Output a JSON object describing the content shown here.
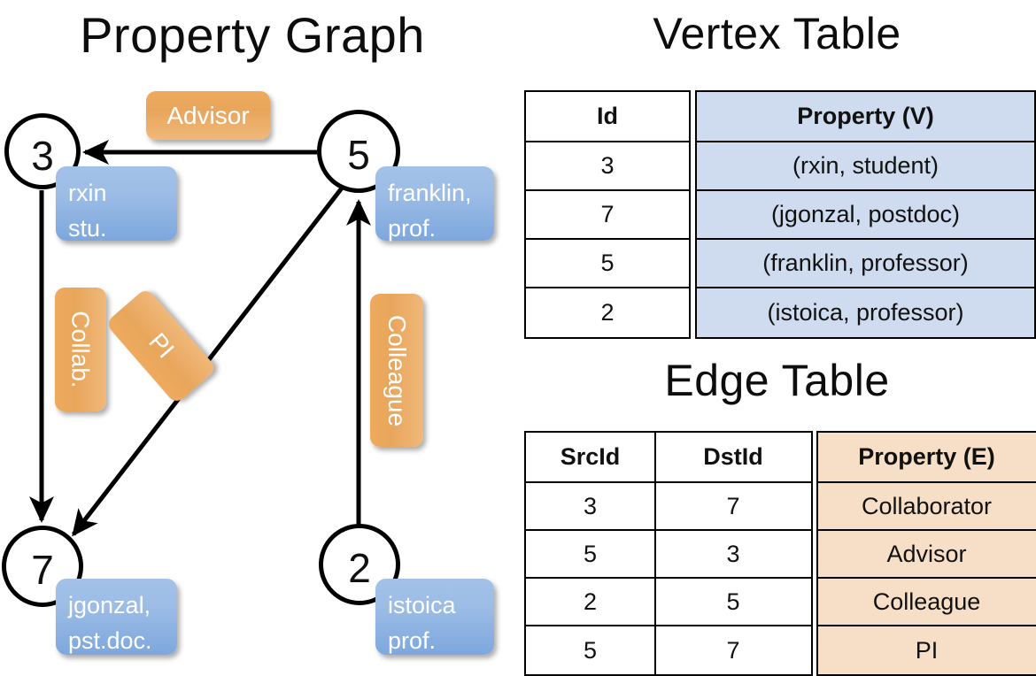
{
  "titles": {
    "property_graph": "Property Graph",
    "vertex_table": "Vertex Table",
    "edge_table": "Edge Table"
  },
  "graph": {
    "nodes": [
      {
        "id": "3",
        "property_lines": [
          "rxin",
          "stu."
        ]
      },
      {
        "id": "5",
        "property_lines": [
          "franklin,",
          "prof."
        ]
      },
      {
        "id": "7",
        "property_lines": [
          "jgonzal,",
          "pst.doc."
        ]
      },
      {
        "id": "2",
        "property_lines": [
          "istoica",
          "prof."
        ]
      }
    ],
    "edge_labels": [
      {
        "label": "Advisor",
        "orientation": "horizontal"
      },
      {
        "label": "Collab.",
        "orientation": "vertical"
      },
      {
        "label": "PI",
        "orientation": "rotated"
      },
      {
        "label": "Colleague",
        "orientation": "vertical"
      }
    ]
  },
  "vertex_table": {
    "headers": [
      "Id",
      "Property (V)"
    ],
    "rows": [
      {
        "id": "3",
        "property": "(rxin, student)"
      },
      {
        "id": "7",
        "property": "(jgonzal, postdoc)"
      },
      {
        "id": "5",
        "property": "(franklin, professor)"
      },
      {
        "id": "2",
        "property": "(istoica, professor)"
      }
    ]
  },
  "edge_table": {
    "headers": [
      "SrcId",
      "DstId",
      "Property (E)"
    ],
    "rows": [
      {
        "src": "3",
        "dst": "7",
        "property": "Collaborator"
      },
      {
        "src": "5",
        "dst": "3",
        "property": "Advisor"
      },
      {
        "src": "2",
        "dst": "5",
        "property": "Colleague"
      },
      {
        "src": "5",
        "dst": "7",
        "property": "PI"
      }
    ]
  },
  "colors": {
    "vertex_property_fill": "#cfdcef",
    "edge_property_fill": "#f6dfc6",
    "node_callout_fill": "#8db4e2",
    "edge_label_fill": "#e8a65c",
    "stroke": "#000000"
  }
}
